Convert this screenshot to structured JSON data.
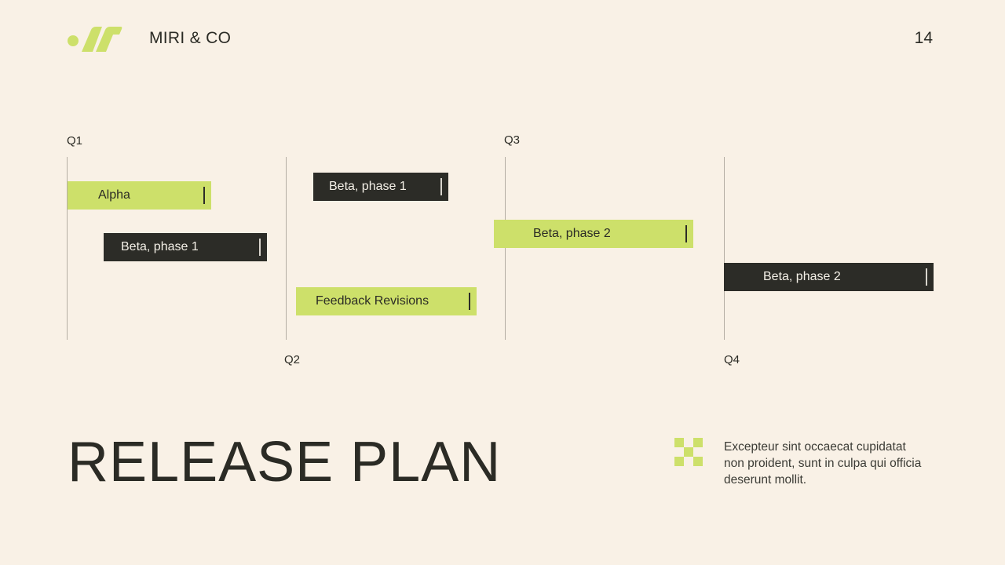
{
  "header": {
    "brand": "MIRI & CO",
    "page_number": "14",
    "logo_icon": "brand-logo-icon"
  },
  "timeline": {
    "quarters": [
      {
        "label": "Q1"
      },
      {
        "label": "Q2"
      },
      {
        "label": "Q3"
      },
      {
        "label": "Q4"
      }
    ],
    "bars": [
      {
        "label": "Alpha",
        "style": "light"
      },
      {
        "label": "Beta, phase 1",
        "style": "dark"
      },
      {
        "label": "Beta, phase 1",
        "style": "dark"
      },
      {
        "label": "Feedback Revisions",
        "style": "light"
      },
      {
        "label": "Beta, phase 2",
        "style": "light"
      },
      {
        "label": "Beta, phase 2",
        "style": "dark"
      }
    ]
  },
  "footer": {
    "title": "RELEASE PLAN",
    "description": "Excepteur sint occaecat cupidatat non proident, sunt in culpa qui officia deserunt mollit.",
    "accent_color": "#cde06a",
    "dark_color": "#2c2c27",
    "background_color": "#f9f1e6"
  }
}
